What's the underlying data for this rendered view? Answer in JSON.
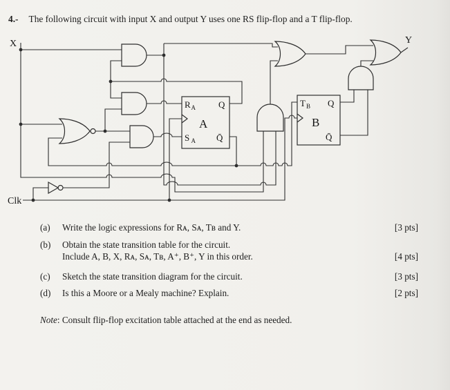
{
  "page": {
    "problem_number": "4.-",
    "title": "The following circuit with input X and output Y uses one RS flip-flop and a T flip-flop."
  },
  "circuit": {
    "input_label": "X",
    "output_label": "Y",
    "clock_label": "Clk",
    "rs_ff": {
      "r": "R",
      "r_sub": "A",
      "s": "S",
      "s_sub": "A",
      "q": "Q",
      "q_bar": "Q̄",
      "name": "A"
    },
    "t_ff": {
      "t": "T",
      "t_sub": "B",
      "q": "Q",
      "q_bar": "Q̄",
      "name": "B"
    }
  },
  "questions": [
    {
      "letter": "(a)",
      "lines": [
        "Write the logic expressions for Rᴀ, Sᴀ, Tʙ and Y."
      ],
      "points": "[3 pts]"
    },
    {
      "letter": "(b)",
      "lines": [
        "Obtain the state transition table for the circuit.",
        "Include A, B, X, Rᴀ, Sᴀ, Tʙ, A⁺, B⁺, Y in this order."
      ],
      "points": "[4 pts]"
    },
    {
      "letter": "(c)",
      "lines": [
        "Sketch the state transition diagram for the circuit."
      ],
      "points": "[3 pts]"
    },
    {
      "letter": "(d)",
      "lines": [
        "Is this a Moore or a Mealy machine? Explain."
      ],
      "points": "[2 pts]"
    }
  ],
  "note": {
    "label": "Note",
    "text": ": Consult flip-flop excitation table attached at the end as needed."
  }
}
